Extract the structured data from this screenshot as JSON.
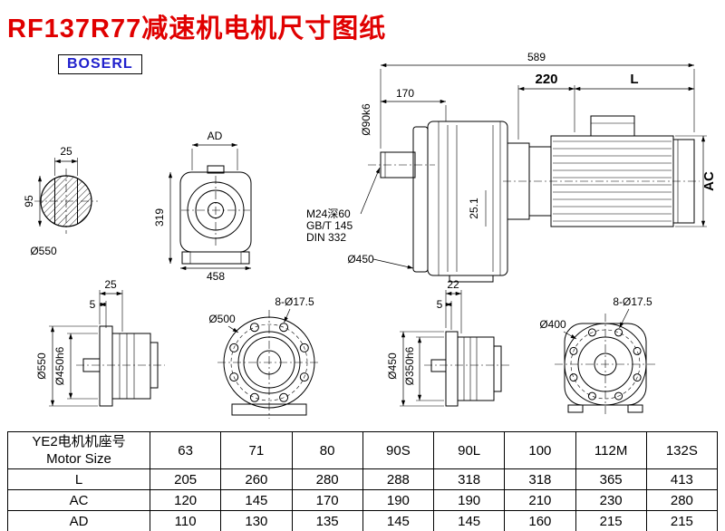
{
  "title": "RF137R77减速机电机尺寸图纸",
  "logo": "BOSERL",
  "drawing": {
    "main_view": {
      "dim_total": "589",
      "dim_220": "220",
      "dim_L": "L",
      "dim_170": "170",
      "dim_shaft": "Ø90k6",
      "thread_line1": "M24深60",
      "thread_line2": "GB/T 145",
      "thread_line3": "DIN 332",
      "dim_key": "25.1",
      "dim_flange": "Ø450",
      "dim_AC": "AC"
    },
    "shaft_section": {
      "dim_width": "25",
      "dim_height": "95",
      "dim_dia": "Ø550"
    },
    "front_view": {
      "dim_AD": "AD",
      "dim_height": "319",
      "dim_width": "458"
    },
    "flange_a": {
      "dim_25": "25",
      "dim_5": "5",
      "dim_od": "Ø550",
      "dim_spigot": "Ø450h6"
    },
    "flange_b": {
      "dim_dia": "Ø500",
      "dim_holes": "8-Ø17.5"
    },
    "flange_c": {
      "dim_22": "22",
      "dim_5": "5",
      "dim_od": "Ø450",
      "dim_spigot": "Ø350h6"
    },
    "flange_d": {
      "dim_dia": "Ø400",
      "dim_holes": "8-Ø17.5"
    }
  },
  "table": {
    "header_cn": "YE2电机机座号",
    "header_en": "Motor Size",
    "sizes": [
      "63",
      "71",
      "80",
      "90S",
      "90L",
      "100",
      "112M",
      "132S"
    ],
    "rows": [
      {
        "label": "L",
        "values": [
          "205",
          "260",
          "280",
          "288",
          "318",
          "318",
          "365",
          "413"
        ]
      },
      {
        "label": "AC",
        "values": [
          "120",
          "145",
          "170",
          "190",
          "190",
          "210",
          "230",
          "280"
        ]
      },
      {
        "label": "AD",
        "values": [
          "110",
          "130",
          "135",
          "145",
          "145",
          "160",
          "215",
          "215"
        ]
      }
    ]
  }
}
